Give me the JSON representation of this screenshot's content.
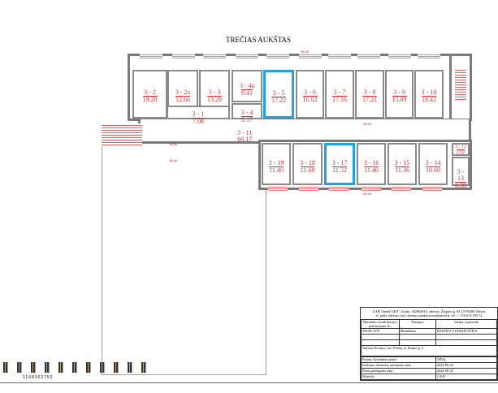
{
  "title": "TREČIAS AUKŠTAS",
  "rooms_top": [
    {
      "id": "3 - 2",
      "area": "19.20"
    },
    {
      "id": "3 - 2a",
      "area": "12.66"
    },
    {
      "id": "3 - 3",
      "area": "13.26"
    },
    {
      "id": "3 - 4a",
      "area": "9.41"
    },
    {
      "id": "3 - 4",
      "area": "8.17"
    },
    {
      "id": "3 - 5",
      "area": "17.22"
    },
    {
      "id": "3 - 6",
      "area": "16.02"
    },
    {
      "id": "3 - 7",
      "area": "17.16"
    },
    {
      "id": "3 - 8",
      "area": "17.21"
    },
    {
      "id": "3 - 9",
      "area": "15.89"
    },
    {
      "id": "3 - 10",
      "area": "18.42"
    },
    {
      "id": "3 - 1",
      "area": "7.08"
    }
  ],
  "rooms_bottom": [
    {
      "id": "3 - 19",
      "area": "11.40"
    },
    {
      "id": "3 - 18",
      "area": "11.68"
    },
    {
      "id": "3 - 17",
      "area": "11.52"
    },
    {
      "id": "3 - 16",
      "area": "11.40"
    },
    {
      "id": "3 - 15",
      "area": "11.36"
    },
    {
      "id": "3 - 14",
      "area": "10.60"
    },
    {
      "id": "3 - 12",
      "area": "2.62"
    },
    {
      "id": "3 - 13",
      "area": "6.38"
    }
  ],
  "corridor": {
    "id": "3 - 11",
    "area": "66.17"
  },
  "dims": {
    "top_total": "34.00",
    "corr1": "29.40",
    "corr2": "16.60",
    "corr3": "16.44",
    "bottom_total": "25.40"
  },
  "barcode_number": "1168362750",
  "title_block": {
    "company": "UAB \"Inreal GEO\", kodas: 302604810, adresas: Žalgirio g. 94 LT-09300 Vilnius",
    "contact": "el. pašto adresas (-ai): dainius.stankevicius@inreal.lt, tel.: + 370 674 935 72",
    "col1": "Matininko kvalifikacijos pažymėjimo Nr.",
    "col2": "Pareigos",
    "col3": "Vardas ir pavardė",
    "cert": "2M-M-2379",
    "position": "Matininkas",
    "name": "DAINIUS STANKEVIČIUS",
    "address_label": "Adresas",
    "address": "Prienų r. sav. Prienų m. Kauno g. 2",
    "rows": [
      {
        "label": "Pastato žymėjimas plane",
        "value": "1H3/p"
      },
      {
        "label": "Kadastro duomenų nustatymo data",
        "value": "2024-06-25"
      },
      {
        "label": "Plano parengimo data",
        "value": "2024-06-25"
      },
      {
        "label": "Mastelis",
        "value": "1:200"
      }
    ]
  },
  "colors": {
    "highlight": "#1fa3e0",
    "dimension": "#d33"
  }
}
